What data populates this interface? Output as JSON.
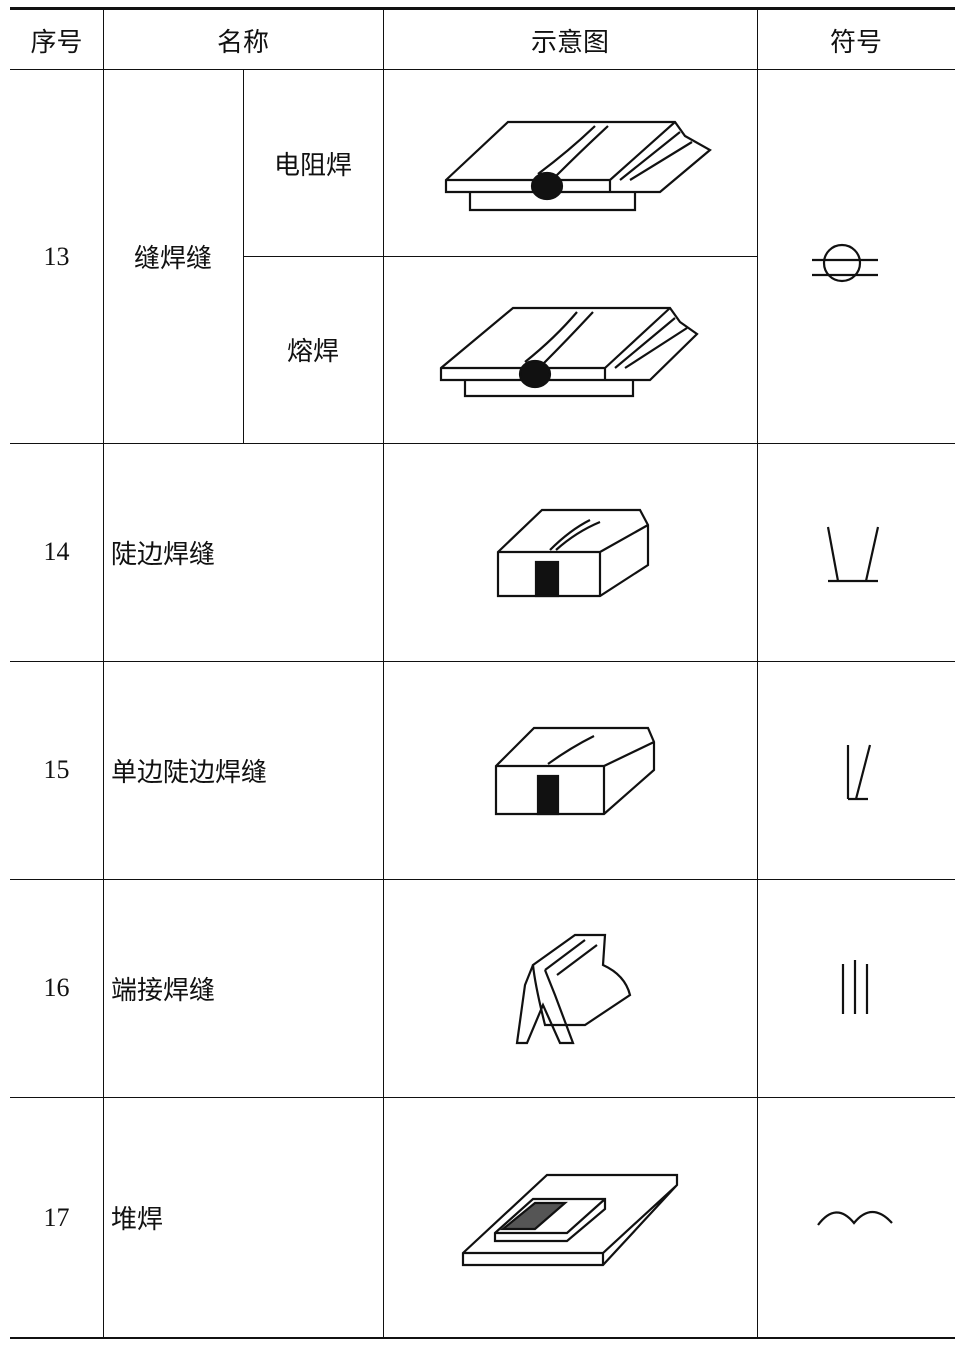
{
  "header": {
    "seq": "序号",
    "name": "名称",
    "diagram": "示意图",
    "symbol": "符号"
  },
  "rows": [
    {
      "seq": "13",
      "name": "缝焊缝",
      "sub": [
        "电阻焊",
        "熔焊"
      ],
      "symbol_icon": "seam-weld-symbol-icon"
    },
    {
      "seq": "14",
      "name": "陡边焊缝",
      "symbol_icon": "steep-flank-weld-symbol-icon"
    },
    {
      "seq": "15",
      "name": "单边陡边焊缝",
      "symbol_icon": "single-steep-flank-weld-symbol-icon"
    },
    {
      "seq": "16",
      "name": "端接焊缝",
      "symbol_icon": "edge-weld-symbol-icon"
    },
    {
      "seq": "17",
      "name": "堆焊",
      "symbol_icon": "surfacing-symbol-icon"
    }
  ]
}
